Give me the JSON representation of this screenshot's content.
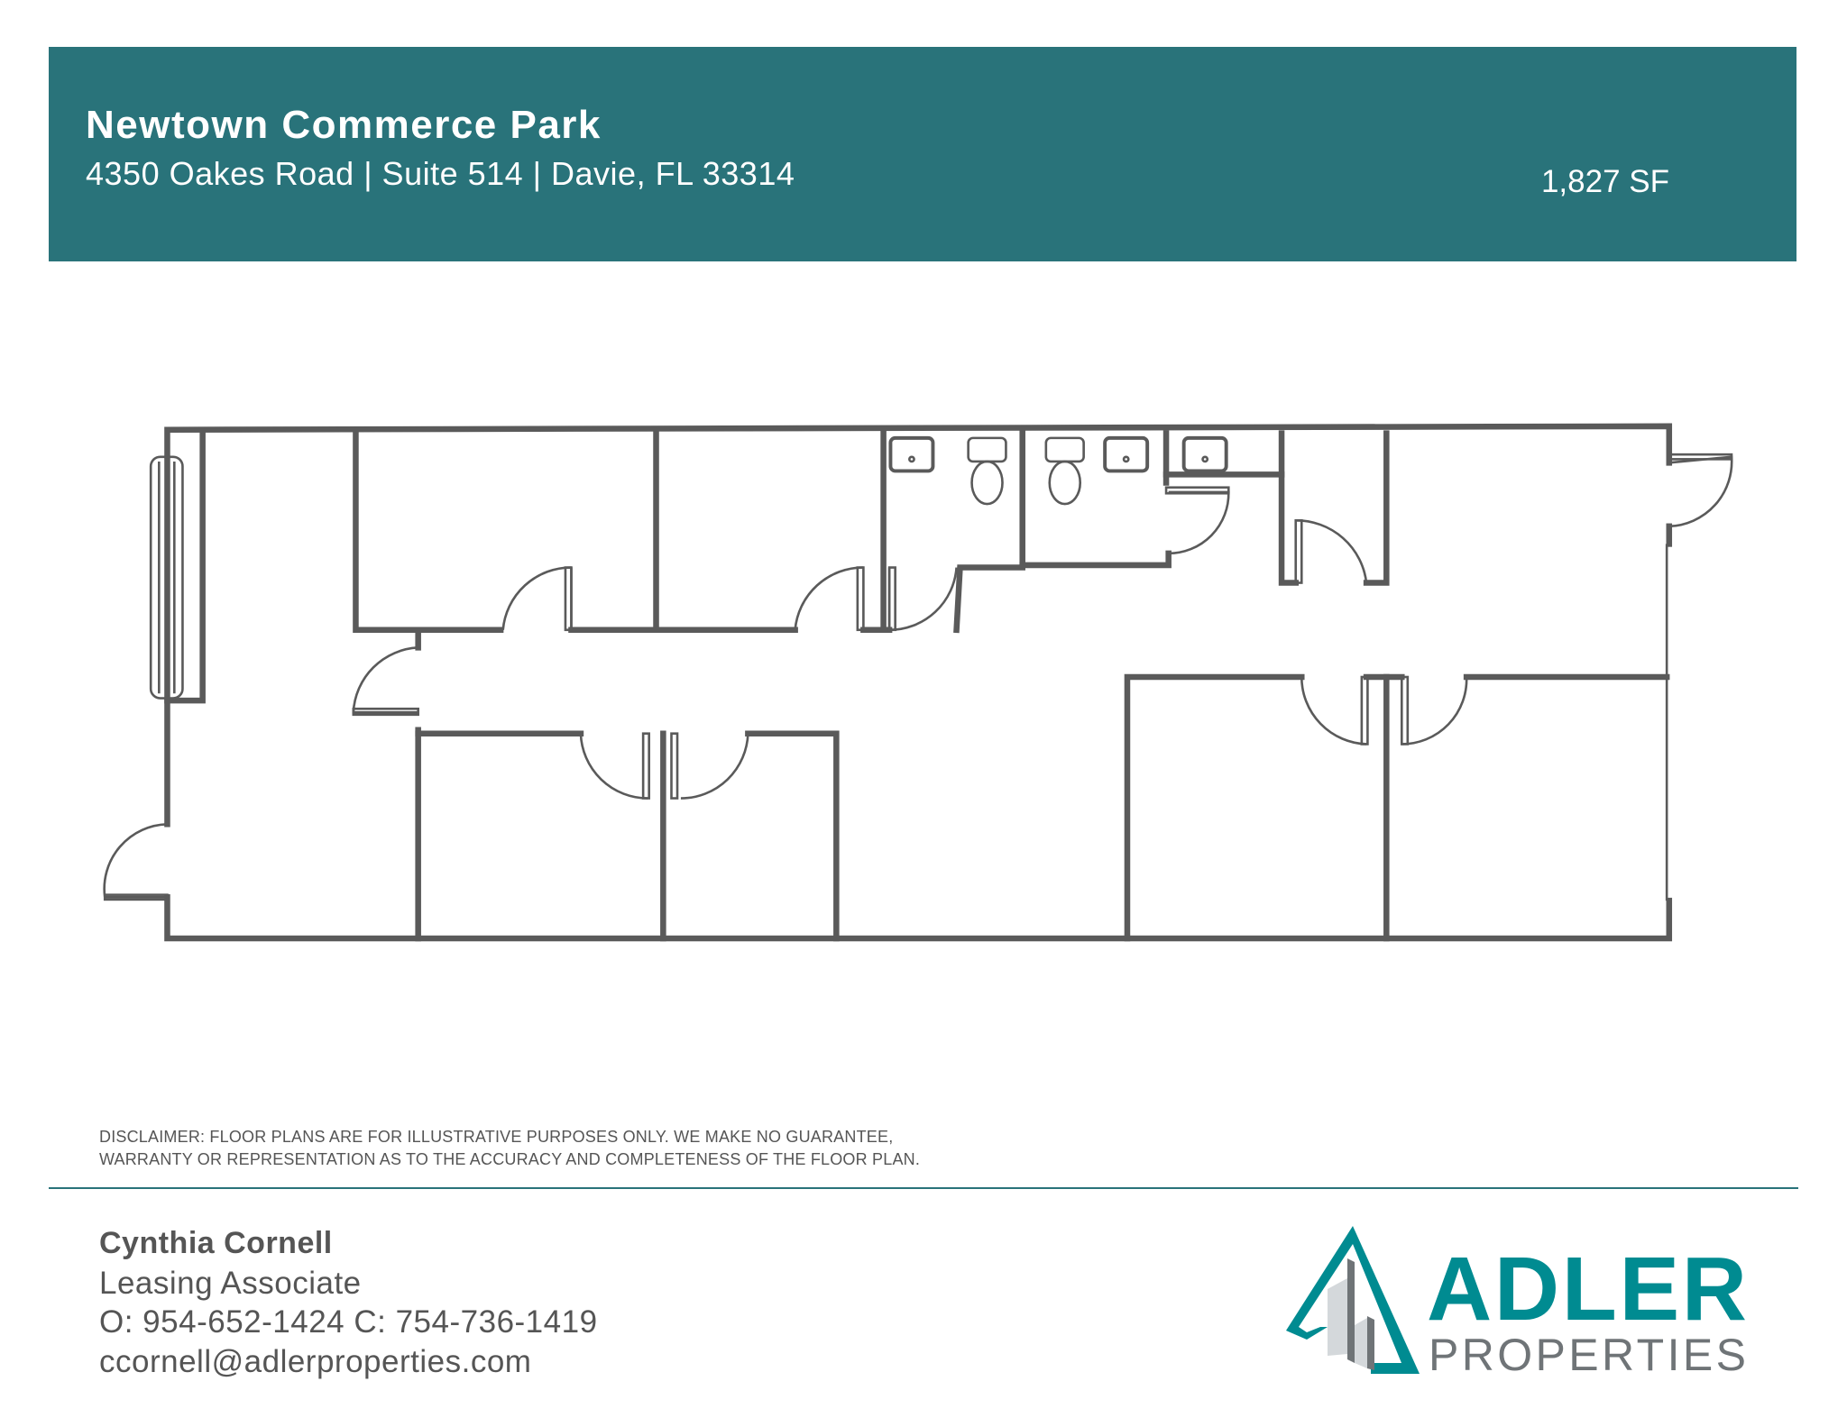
{
  "header": {
    "title": "Newtown Commerce Park",
    "address": "4350 Oakes Road | Suite 514 | Davie, FL 33314",
    "area": "1,827 SF"
  },
  "disclaimer": {
    "line1": "DISCLAIMER: FLOOR PLANS ARE FOR ILLUSTRATIVE PURPOSES ONLY. WE MAKE NO GUARANTEE,",
    "line2": "WARRANTY OR REPRESENTATION AS TO THE ACCURACY AND COMPLETENESS OF THE FLOOR PLAN."
  },
  "contact": {
    "name": "Cynthia Cornell",
    "role": "Leasing Associate",
    "phones": "O: 954-652-1424 C: 754-736-1419",
    "email": "ccornell@adlerproperties.com"
  },
  "logo": {
    "word1": "ADLER",
    "word2": "PROPERTIES"
  },
  "colors": {
    "brand": "#29737a",
    "logo_teal": "#008b91",
    "wall": "#5a5a5a"
  }
}
